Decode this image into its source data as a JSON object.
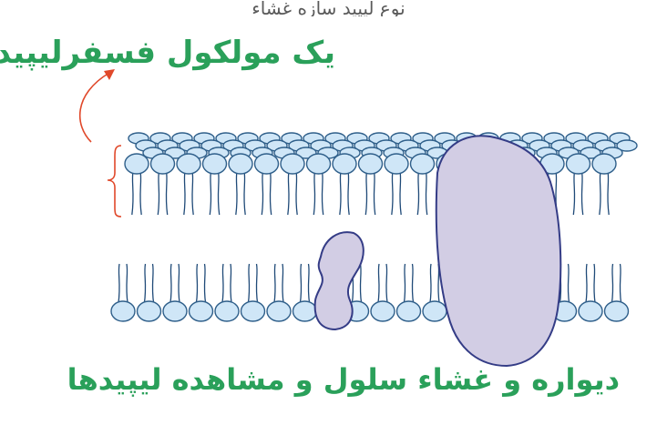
{
  "header": {
    "cropped_text": "نوع لیپید سازه غشاء"
  },
  "labels": {
    "molecule": "یک مولکول فسفرلیپید",
    "caption": "دیواره و غشاء سلول و مشاهده لیپیدها"
  },
  "colors": {
    "label_green": "#2aa05a",
    "arrow_red": "#e0482a",
    "head_fill": "#cfe6f7",
    "head_stroke": "#2f5f8a",
    "tail_stroke": "#1f4a78",
    "protein_fill": "#d2cde4",
    "protein_stroke": "#343c86"
  },
  "icons": {
    "arrow": "curved-arrow-icon",
    "bracket": "curly-bracket-icon"
  }
}
